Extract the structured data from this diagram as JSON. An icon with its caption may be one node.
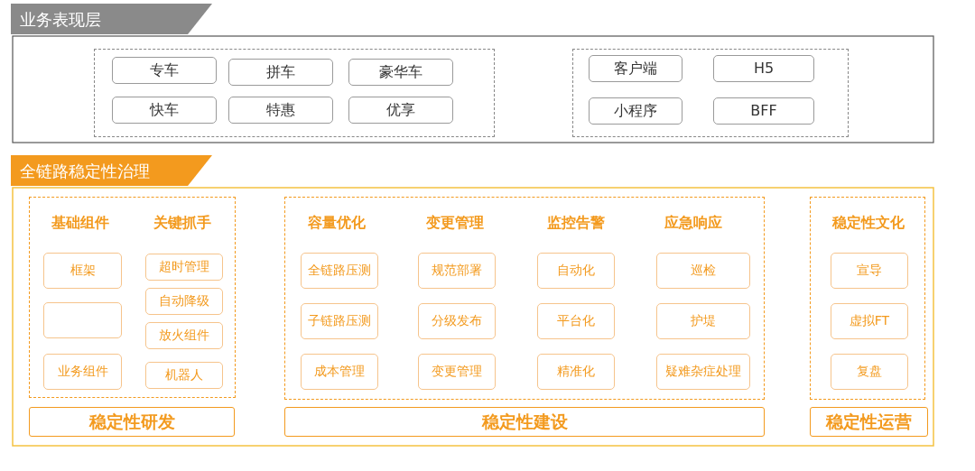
{
  "diagram": {
    "nodes": [
      {
        "text": [
          "业务表现层"
        ]
      },
      {
        "text": [],
        "shape": "box",
        "in": 0
      },
      {
        "text": [
          "专车"
        ],
        "in": 1
      },
      {
        "text": [
          "拼车"
        ],
        "in": 1
      },
      {
        "text": [
          "豪华车"
        ],
        "in": 1
      },
      {
        "text": [
          "快车"
        ],
        "in": 1
      },
      {
        "text": [
          "特惠"
        ],
        "in": 1
      },
      {
        "text": [
          "优享"
        ],
        "in": 1
      },
      {
        "text": [],
        "shape": "box",
        "in": 0
      },
      {
        "text": [
          "客户端"
        ],
        "in": 8
      },
      {
        "text": [
          "H5"
        ],
        "in": 8
      },
      {
        "text": [
          "小程序"
        ],
        "in": 8
      },
      {
        "text": [
          "BFF"
        ],
        "in": 8
      },
      {
        "text": [
          "全链路稳定性治理"
        ]
      },
      {
        "text": [
          "基础组件",
          "关键抓手"
        ],
        "in": 13
      },
      {
        "text": [
          "框架"
        ],
        "in": 14
      },
      {
        "text": [],
        "shape": "box",
        "in": 14
      },
      {
        "text": [
          "业务组件"
        ],
        "in": 14
      },
      {
        "text": [
          "超时管理"
        ],
        "in": 14
      },
      {
        "text": [
          "自动降级"
        ],
        "in": 14
      },
      {
        "text": [
          "放火组件"
        ],
        "in": 14
      },
      {
        "text": [
          "机器人"
        ],
        "in": 14
      },
      {
        "text": [
          "稳定性研发"
        ],
        "in": 13
      },
      {
        "text": [
          "容量优化",
          "变更管理",
          "监控告警",
          "应急响应"
        ],
        "in": 13
      },
      {
        "text": [
          "全链路压测"
        ],
        "in": 23
      },
      {
        "text": [
          "规范部署"
        ],
        "in": 23
      },
      {
        "text": [
          "自动化"
        ],
        "in": 23
      },
      {
        "text": [
          "巡检"
        ],
        "in": 23
      },
      {
        "text": [
          "子链路压测"
        ],
        "in": 23
      },
      {
        "text": [
          "分级发布"
        ],
        "in": 23
      },
      {
        "text": [
          "平台化"
        ],
        "in": 23
      },
      {
        "text": [
          "护堤"
        ],
        "in": 23
      },
      {
        "text": [
          "成本管理"
        ],
        "in": 23
      },
      {
        "text": [
          "变更管理"
        ],
        "in": 23
      },
      {
        "text": [
          "精准化"
        ],
        "in": 23
      },
      {
        "text": [
          "疑难杂症处理"
        ],
        "in": 23
      },
      {
        "text": [
          "稳定性建设"
        ],
        "in": 13
      },
      {
        "text": [
          "稳定性文化"
        ],
        "in": 13
      },
      {
        "text": [
          "宣导"
        ],
        "in": 37
      },
      {
        "text": [
          "虚拟FT"
        ],
        "in": 37
      },
      {
        "text": [
          "复盘"
        ],
        "in": 37
      },
      {
        "text": [
          "稳定性运营"
        ],
        "in": 13
      }
    ],
    "edges": []
  }
}
